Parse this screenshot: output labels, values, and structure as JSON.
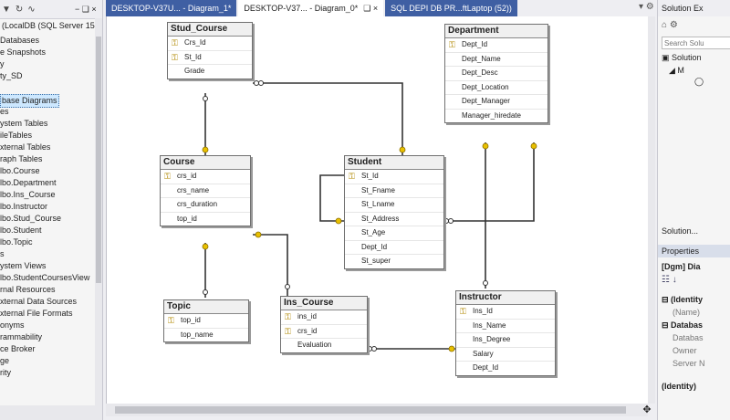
{
  "object_explorer": {
    "toolbar_icons": [
      "filter-icon",
      "refresh-icon",
      "activity-icon"
    ],
    "server_label": "(LocalDB (SQL Server 15.0",
    "tree_items": [
      "Databases",
      "e Snapshots",
      "y",
      "ty_SD",
      "",
      "base Diagrams",
      "es",
      "ystem Tables",
      "ileTables",
      "xternal Tables",
      "raph Tables",
      "lbo.Course",
      "lbo.Department",
      "lbo.Ins_Course",
      "lbo.Instructor",
      "lbo.Stud_Course",
      "lbo.Student",
      "lbo.Topic",
      "s",
      "ystem Views",
      "lbo.StudentCoursesView",
      "rnal Resources",
      "xternal Data Sources",
      "xternal File Formats",
      "onyms",
      "rammability",
      "ce Broker",
      "ge",
      "rity"
    ],
    "selected_index": 5,
    "pin_label": "− ❑ ×"
  },
  "tabs": [
    {
      "label": "DESKTOP-V37U... - Diagram_1*",
      "active": false,
      "close": ""
    },
    {
      "label": "DESKTOP-V37... - Diagram_0*",
      "active": true,
      "close": "❑ ×"
    },
    {
      "label": "SQL DEPI DB PR...ftLaptop (52))",
      "active": false,
      "close": ""
    }
  ],
  "tab_menu": "▾ ⚙",
  "tables": [
    {
      "id": "stud_course",
      "title": "Stud_Course",
      "rows": [
        {
          "name": "Crs_Id",
          "key": true
        },
        {
          "name": "St_Id",
          "key": true
        },
        {
          "name": "Grade",
          "key": false
        }
      ]
    },
    {
      "id": "department",
      "title": "Department",
      "rows": [
        {
          "name": "Dept_Id",
          "key": true
        },
        {
          "name": "Dept_Name",
          "key": false
        },
        {
          "name": "Dept_Desc",
          "key": false
        },
        {
          "name": "Dept_Location",
          "key": false
        },
        {
          "name": "Dept_Manager",
          "key": false
        },
        {
          "name": "Manager_hiredate",
          "key": false
        }
      ]
    },
    {
      "id": "course",
      "title": "Course",
      "rows": [
        {
          "name": "crs_id",
          "key": true
        },
        {
          "name": "crs_name",
          "key": false
        },
        {
          "name": "crs_duration",
          "key": false
        },
        {
          "name": "top_id",
          "key": false
        }
      ]
    },
    {
      "id": "student",
      "title": "Student",
      "rows": [
        {
          "name": "St_Id",
          "key": true
        },
        {
          "name": "St_Fname",
          "key": false
        },
        {
          "name": "St_Lname",
          "key": false
        },
        {
          "name": "St_Address",
          "key": false
        },
        {
          "name": "St_Age",
          "key": false
        },
        {
          "name": "Dept_Id",
          "key": false
        },
        {
          "name": "St_super",
          "key": false
        }
      ]
    },
    {
      "id": "topic",
      "title": "Topic",
      "rows": [
        {
          "name": "top_id",
          "key": true
        },
        {
          "name": "top_name",
          "key": false
        }
      ]
    },
    {
      "id": "ins_course",
      "title": "Ins_Course",
      "rows": [
        {
          "name": "ins_id",
          "key": true
        },
        {
          "name": "crs_id",
          "key": true
        },
        {
          "name": "Evaluation",
          "key": false
        }
      ]
    },
    {
      "id": "instructor",
      "title": "Instructor",
      "rows": [
        {
          "name": "Ins_Id",
          "key": true
        },
        {
          "name": "Ins_Name",
          "key": false
        },
        {
          "name": "Ins_Degree",
          "key": false
        },
        {
          "name": "Salary",
          "key": false
        },
        {
          "name": "Dept_Id",
          "key": false
        }
      ]
    }
  ],
  "solution_explorer": {
    "title": "Solution Ex",
    "search_placeholder": "Search Solu",
    "item_solution": "Solution",
    "item_m": "M",
    "bottom_label": "Solution..."
  },
  "properties": {
    "title": "Properties",
    "object": "[Dgm] Dia",
    "group1": "(Identity",
    "name_label": "(Name)",
    "group2": "Databas",
    "database_label": "Databas",
    "owner_label": "Owner",
    "server_label": "Server N",
    "footer": "(Identity)"
  },
  "colors": {
    "tab_inactive": "#3f5fa3",
    "selection": "#cde8ff",
    "key_icon": "#b08800"
  }
}
